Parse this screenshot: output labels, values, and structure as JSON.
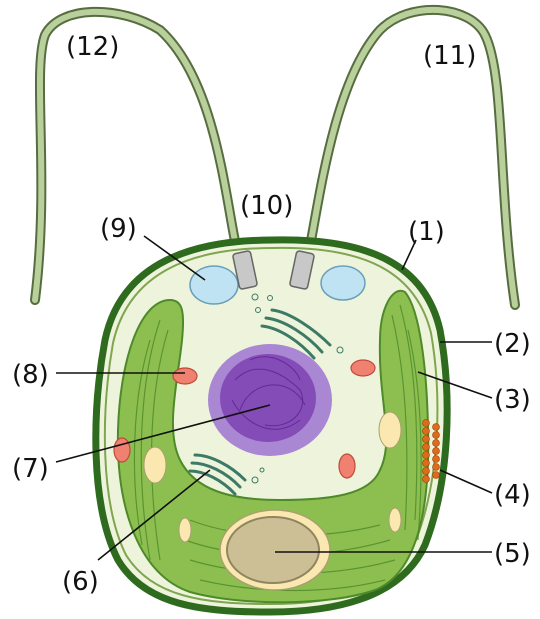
{
  "labels": {
    "l1": "(1)",
    "l2": "(2)",
    "l3": "(3)",
    "l4": "(4)",
    "l5": "(5)",
    "l6": "(6)",
    "l7": "(7)",
    "l8": "(8)",
    "l9": "(9)",
    "l10": "(10)",
    "l11": "(11)",
    "l12": "(12)"
  },
  "colors": {
    "cell_wall": "#2f6b1f",
    "cytoplasm": "#eef4dc",
    "chloroplast": "#8dbf50",
    "chloroplast_dark": "#4e8a2a",
    "nucleus": "#7a3db0",
    "pyrenoid": "#cdbf95",
    "starch": "#fbe7b0",
    "vacuole": "#bfe3f2",
    "golgi": "#3c7a66",
    "mitochondrion": "#f08070",
    "eyespot": "#e06a1a",
    "flagellum": "#8aa870"
  }
}
